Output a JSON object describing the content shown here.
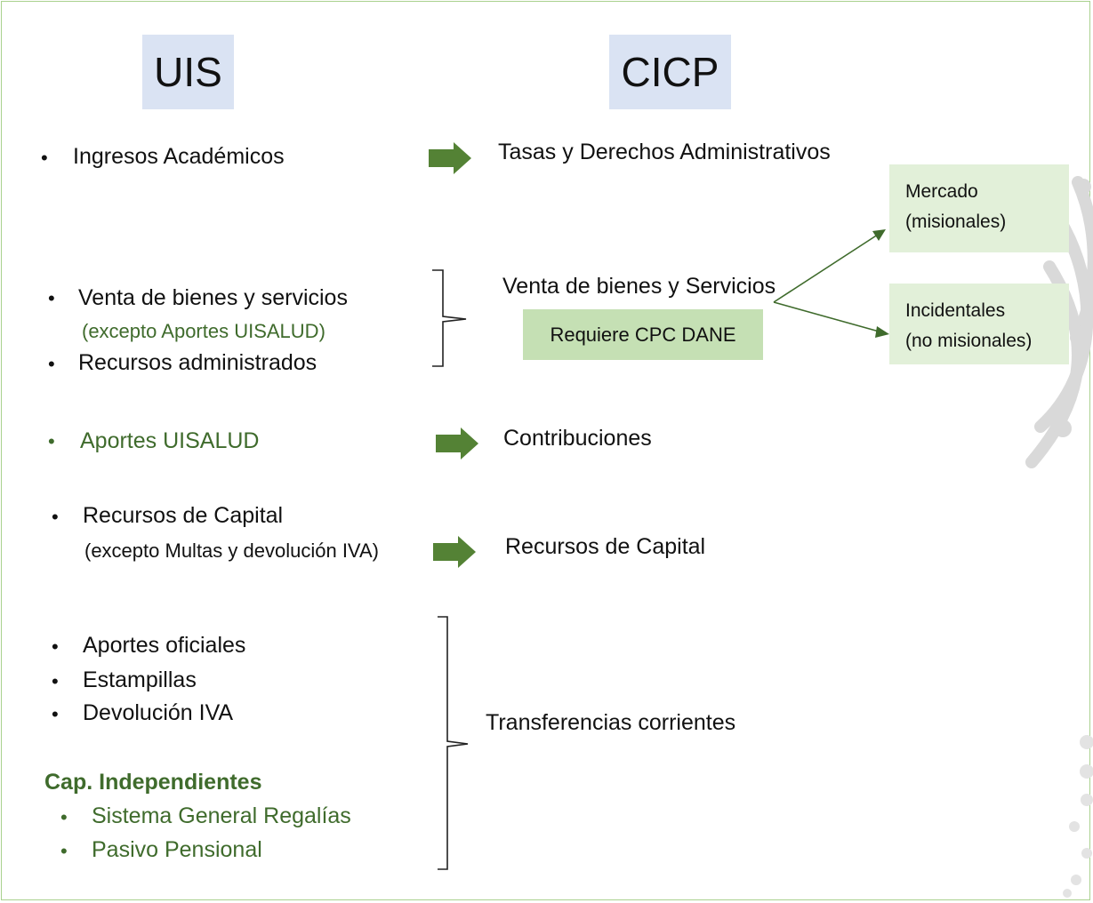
{
  "headers": {
    "left": "UIS",
    "right": "CICP"
  },
  "rows": {
    "academicos": {
      "uis": "Ingresos Académicos",
      "cicp": "Tasas y Derechos Administrativos"
    },
    "venta": {
      "uis_1": "Venta de bienes y servicios",
      "uis_1_note": "(excepto Aportes UISALUD)",
      "uis_2": "Recursos administrados",
      "cicp": "Venta de bienes y Servicios",
      "cicp_note": "Requiere CPC DANE",
      "branch_1_line1": "Mercado",
      "branch_1_line2": "(misionales)",
      "branch_2_line1": "Incidentales",
      "branch_2_line2": "(no misionales)"
    },
    "aportes": {
      "uis": "Aportes UISALUD",
      "cicp": "Contribuciones"
    },
    "capital": {
      "uis": "Recursos de Capital",
      "uis_note": "(excepto Multas y devolución IVA)",
      "cicp": "Recursos de Capital"
    },
    "transferencias": {
      "uis_items": [
        "Aportes oficiales",
        "Estampillas",
        "Devolución IVA"
      ],
      "group_title": "Cap. Independientes",
      "group_items": [
        "Sistema General Regalías",
        "Pasivo Pensional"
      ],
      "cicp": "Transferencias corrientes"
    }
  },
  "colors": {
    "header_bg": "#dae3f3",
    "arrow": "#548235",
    "note_green": "#3f6b2c",
    "note_box": "#c5e0b4",
    "side_box": "#e2f0d9",
    "frame": "#a9d18e"
  }
}
